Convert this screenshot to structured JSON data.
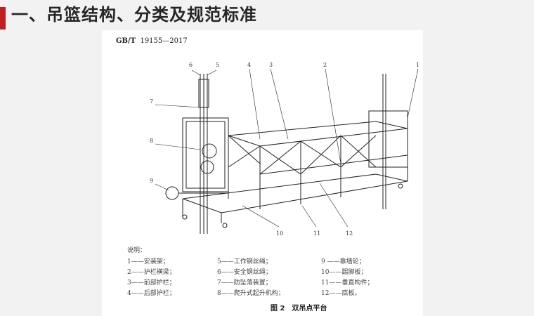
{
  "slide": {
    "title": "一、吊篮结构、分类及规范标准"
  },
  "document": {
    "standard_prefix": "GB/T",
    "standard_number": "19155—2017",
    "callouts": [
      "1",
      "2",
      "3",
      "4",
      "5",
      "6",
      "7",
      "8",
      "9",
      "10",
      "11",
      "12"
    ],
    "legend_title": "说明：",
    "legend": [
      [
        "1——安装架；",
        "2——护栏横梁；",
        "3——前部护栏；",
        "4——后部护栏；"
      ],
      [
        "5——工作钢丝绳；",
        "6——安全钢丝绳；",
        "7——防坠落装置；",
        "8——爬升式起升机构；"
      ],
      [
        "9 ——靠墙轮；",
        "10——踢脚板；",
        "11——垂直构件；",
        "12——底板。"
      ]
    ],
    "caption": "图 2　双吊点平台"
  }
}
